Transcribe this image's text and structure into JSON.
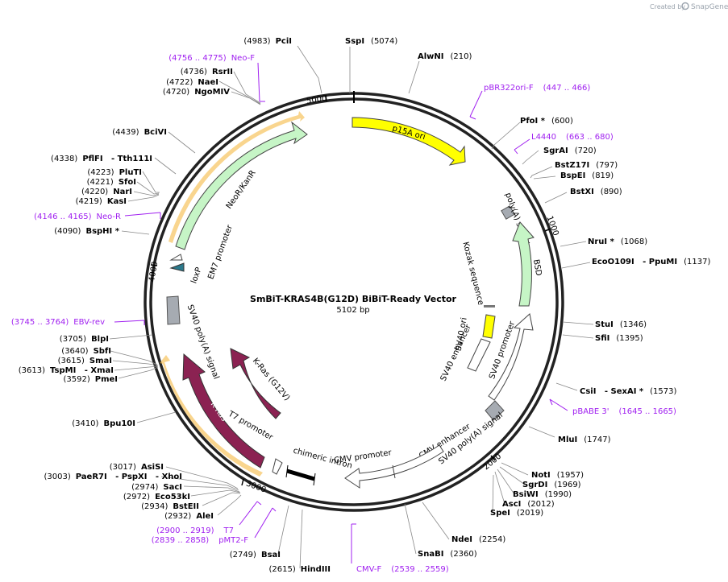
{
  "credit": {
    "created_by": "Created by",
    "brand": "SnapGene"
  },
  "plasmid": {
    "name": "SmBiT-KRAS4B(G12D) BiBiT-Ready Vector",
    "size": "5102 bp"
  },
  "ticks": [
    "5000",
    "1000",
    "2000",
    "3000",
    "4000"
  ],
  "features": {
    "p15a_ori": "p15A ori",
    "polya_signal_1": "poly(A) signal",
    "bsd": "BSD",
    "kozak": "Kozak sequence",
    "sv40_ori": "SV40 ori",
    "sv40_enhancer": "SV40 enhancer",
    "sv40_promoter": "SV40 promoter",
    "cmv_enhancer": "CMV enhancer",
    "sv40_polya_right": "SV40 poly(A) signal",
    "cmv_promoter": "CMV promoter",
    "chimeric_intron": "chimeric intron",
    "t7_promoter": "T7 promoter",
    "kras": "K-Ras",
    "kras_g12v": "K-Ras (G12V)",
    "sv40_polya_left": "SV40 poly(A) signal",
    "loxp": "loxP",
    "em7_promoter": "EM7 promoter",
    "neor": "NeoR/KanR"
  },
  "sites": [
    {
      "pos": "(4983)",
      "name": "PciI"
    },
    {
      "name": "SspI",
      "pos": "(5074)"
    },
    {
      "name": "AlwNI",
      "pos": "(210)"
    },
    {
      "name": "PfoI *",
      "pos": "(600)"
    },
    {
      "name": "SgrAI",
      "pos": "(720)"
    },
    {
      "name": "BstZ17I",
      "pos": "(797)"
    },
    {
      "name": "BspEI",
      "pos": "(819)"
    },
    {
      "name": "BstXI",
      "pos": "(890)"
    },
    {
      "name": "NruI *",
      "pos": "(1068)"
    },
    {
      "name": "EcoO109I   - PpuMI",
      "pos": "(1137)"
    },
    {
      "name": "StuI",
      "pos": "(1346)"
    },
    {
      "name": "SfiI",
      "pos": "(1395)"
    },
    {
      "name": "CsiI   - SexAI *",
      "pos": "(1573)"
    },
    {
      "name": "MluI",
      "pos": "(1747)"
    },
    {
      "name": "NotI",
      "pos": "(1957)"
    },
    {
      "name": "SgrDI",
      "pos": "(1969)"
    },
    {
      "name": "BsiWI",
      "pos": "(1990)"
    },
    {
      "name": "AscI",
      "pos": "(2012)"
    },
    {
      "name": "SpeI",
      "pos": "(2019)"
    },
    {
      "name": "NdeI",
      "pos": "(2254)"
    },
    {
      "name": "SnaBI",
      "pos": "(2360)"
    },
    {
      "pos": "(2615)",
      "name": "HindIII"
    },
    {
      "pos": "(2749)",
      "name": "BsaI"
    },
    {
      "pos": "(2932)",
      "name": "AleI"
    },
    {
      "pos": "(2934)",
      "name": "BstEII"
    },
    {
      "pos": "(2972)",
      "name": "Eco53kI"
    },
    {
      "pos": "(2974)",
      "name": "SacI"
    },
    {
      "pos": "(3003)",
      "name": "PaeR7I   - PspXI   - XhoI"
    },
    {
      "pos": "(3017)",
      "name": "AsiSI"
    },
    {
      "pos": "(3410)",
      "name": "Bpu10I"
    },
    {
      "pos": "(3592)",
      "name": "PmeI"
    },
    {
      "pos": "(3613)",
      "name": "TspMI   - XmaI"
    },
    {
      "pos": "(3615)",
      "name": "SmaI"
    },
    {
      "pos": "(3640)",
      "name": "SbfI"
    },
    {
      "pos": "(3705)",
      "name": "BlpI"
    },
    {
      "pos": "(4090)",
      "name": "BspHI *"
    },
    {
      "pos": "(4219)",
      "name": "KasI"
    },
    {
      "pos": "(4220)",
      "name": "NarI"
    },
    {
      "pos": "(4221)",
      "name": "SfoI"
    },
    {
      "pos": "(4223)",
      "name": "PluTI"
    },
    {
      "pos": "(4338)",
      "name": "PflFI   - Tth111I"
    },
    {
      "pos": "(4439)",
      "name": "BciVI"
    },
    {
      "pos": "(4720)",
      "name": "NgoMIV"
    },
    {
      "pos": "(4722)",
      "name": "NaeI"
    },
    {
      "pos": "(4736)",
      "name": "RsrII"
    }
  ],
  "primers": [
    {
      "range": "(4756 .. 4775)",
      "name": "Neo-F"
    },
    {
      "name": "pBR322ori-F",
      "range": "(447 .. 466)"
    },
    {
      "name": "L4440",
      "range": "(663 .. 680)"
    },
    {
      "name": "pBABE 3'",
      "range": "(1645 .. 1665)"
    },
    {
      "name": "CMV-F",
      "range": "(2539 .. 2559)"
    },
    {
      "name": "T7",
      "range": "(2900 .. 2919)"
    },
    {
      "name": "pMT2-F",
      "range": "(2839 .. 2858)"
    },
    {
      "range": "(3745 .. 3764)",
      "name": "EBV-rev"
    },
    {
      "range": "(4146 .. 4165)",
      "name": "Neo-R"
    }
  ],
  "colors": {
    "p15a": "#ffff00",
    "bsd": "#c6f5c6",
    "neor": "#c6f5c6",
    "kras": "#8b2252",
    "highlight": "#f5b942",
    "polya": "#a6abb2",
    "loxp": "#2c7a8c",
    "primer": "#a020f0"
  }
}
